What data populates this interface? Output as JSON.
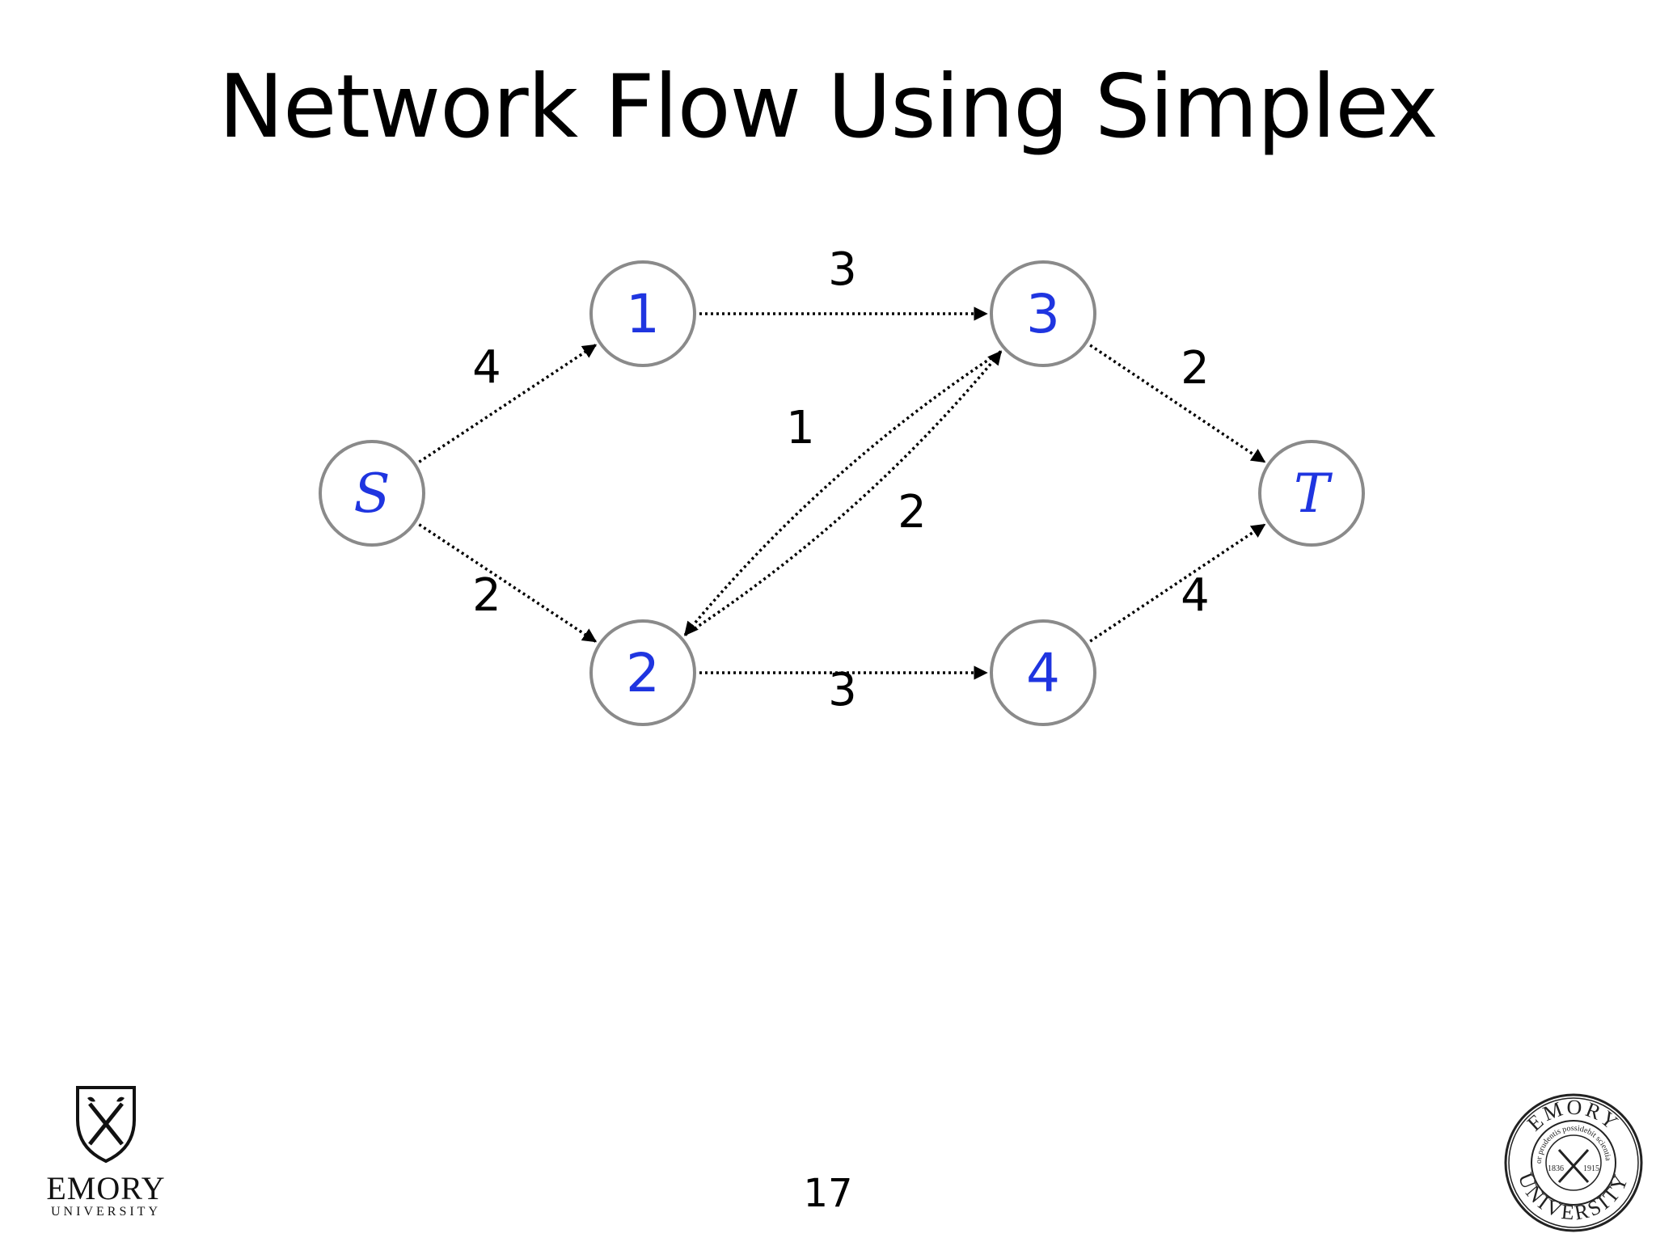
{
  "slide": {
    "title": "Network Flow Using Simplex",
    "page_number": "17"
  },
  "graph": {
    "nodes": [
      {
        "id": "S",
        "label": "S",
        "style": "italic"
      },
      {
        "id": "1",
        "label": "1",
        "style": "number"
      },
      {
        "id": "2",
        "label": "2",
        "style": "number"
      },
      {
        "id": "3",
        "label": "3",
        "style": "number"
      },
      {
        "id": "4",
        "label": "4",
        "style": "number"
      },
      {
        "id": "T",
        "label": "T",
        "style": "italic"
      }
    ],
    "edges": [
      {
        "from": "S",
        "to": "1",
        "capacity": "4"
      },
      {
        "from": "S",
        "to": "2",
        "capacity": "2"
      },
      {
        "from": "1",
        "to": "3",
        "capacity": "3"
      },
      {
        "from": "3",
        "to": "2",
        "capacity": "1"
      },
      {
        "from": "2",
        "to": "3",
        "capacity": "2"
      },
      {
        "from": "2",
        "to": "4",
        "capacity": "3"
      },
      {
        "from": "3",
        "to": "T",
        "capacity": "2"
      },
      {
        "from": "4",
        "to": "T",
        "capacity": "4"
      }
    ],
    "colors": {
      "node_label": "#1f35e0",
      "node_stroke": "#8a8a8a",
      "edge": "#000000"
    }
  },
  "logos": {
    "left_wordmark_line1": "EMORY",
    "left_wordmark_line2": "UNIVERSITY",
    "seal_top": "EMORY",
    "seal_bottom": "UNIVERSITY",
    "seal_motto": "cor prudentis possidebit scientiam",
    "seal_year_left": "1836",
    "seal_year_right": "1915"
  }
}
